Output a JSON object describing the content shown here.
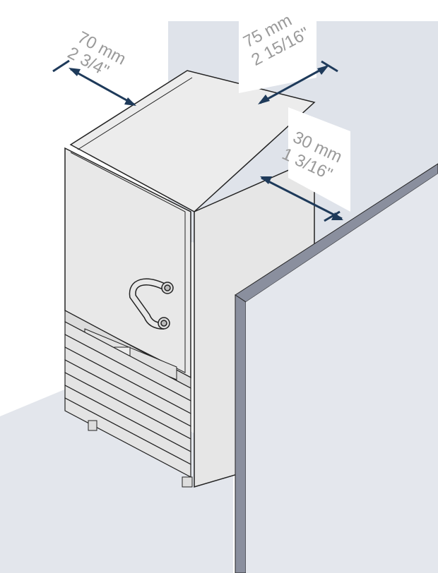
{
  "dimensions": {
    "top_left": {
      "metric": "70 mm",
      "imperial": "2 3/4\""
    },
    "top_right": {
      "metric": "75 mm",
      "imperial": "2 15/16\""
    },
    "right_side": {
      "metric": "30 mm",
      "imperial": "1 3/16\""
    }
  },
  "colors": {
    "wall": "#dfe3ea",
    "wall_edge": "#8a8f9e",
    "cabinet_face": "#e8e8e8",
    "cabinet_top": "#ededed",
    "outline": "#222222",
    "arrow": "#1e3a5a",
    "dim_text": "#9a9a9a"
  }
}
